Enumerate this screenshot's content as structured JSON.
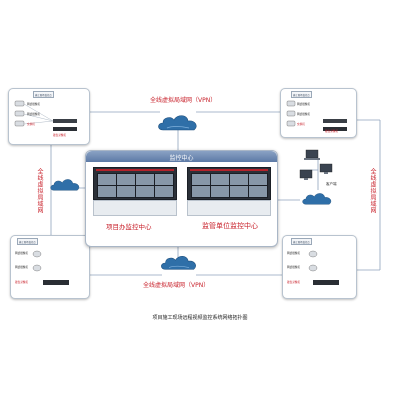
{
  "diagram": {
    "center": {
      "title": "监控中心",
      "left_label": "项目办监控中心",
      "right_label": "监管单位监控中心"
    },
    "vpn_top": "全线虚拟局域网（VPN）",
    "vpn_bottom": "全线虚拟局域网（VPN）",
    "vpn_left": "全线虚拟局域网",
    "vpn_right": "全线虚拟局域网",
    "client_label": "客户端",
    "caption": "项目施工现场远程视频监控系统网络拓扑图",
    "sites": {
      "top_left": {
        "title": "施工现场监控点",
        "devices": [
          "网络摄像机",
          "网络摄像机",
          "交换机",
          "硬盘录像机"
        ]
      },
      "top_right": {
        "title": "施工现场监控点",
        "devices": [
          "网络摄像机",
          "网络摄像机",
          "交换机",
          "硬盘录像机"
        ]
      },
      "bottom_left": {
        "title": "施工现场监控点",
        "devices": [
          "网络摄像机",
          "网络摄像机",
          "硬盘录像机"
        ]
      },
      "bottom_right": {
        "title": "施工现场监控点",
        "devices": [
          "网络摄像机",
          "网络摄像机",
          "硬盘录像机"
        ]
      }
    },
    "colors": {
      "accent_red": "#c8202a",
      "line_blue": "#8fa3bd",
      "cloud_blue": "#2f6fa8",
      "header_blue": "#6f8bb5"
    }
  }
}
